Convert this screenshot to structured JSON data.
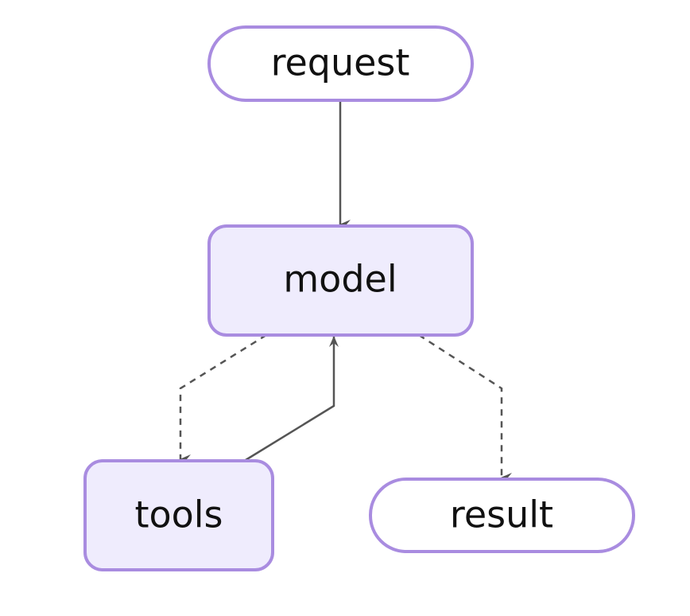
{
  "nodes": {
    "request": {
      "label": "request",
      "shape": "stadium"
    },
    "model": {
      "label": "model",
      "shape": "rounded-rect"
    },
    "tools": {
      "label": "tools",
      "shape": "rounded-rect"
    },
    "result": {
      "label": "result",
      "shape": "stadium"
    }
  },
  "edges": [
    {
      "from": "request",
      "to": "model",
      "style": "solid"
    },
    {
      "from": "model",
      "to": "tools",
      "style": "dashed"
    },
    {
      "from": "tools",
      "to": "model",
      "style": "solid"
    },
    {
      "from": "model",
      "to": "result",
      "style": "dashed"
    }
  ],
  "colors": {
    "node_stroke": "#a98ce0",
    "filled_node": "#efecfd",
    "plain_node": "#ffffff",
    "edge": "#555555",
    "text": "#111111"
  }
}
